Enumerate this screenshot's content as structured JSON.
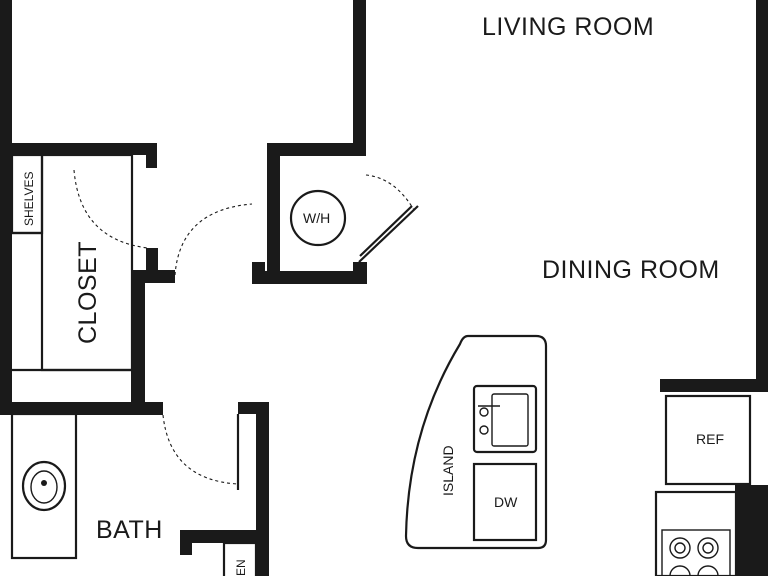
{
  "rooms": {
    "living_room": "LIVING ROOM",
    "dining_room": "DINING ROOM",
    "closet": "CLOSET",
    "bath": "BATH"
  },
  "fixtures": {
    "shelves": "SHELVES",
    "water_heater": "W/H",
    "island": "ISLAND",
    "dishwasher": "DW",
    "refrigerator": "REF",
    "linen_partial": "EN"
  }
}
